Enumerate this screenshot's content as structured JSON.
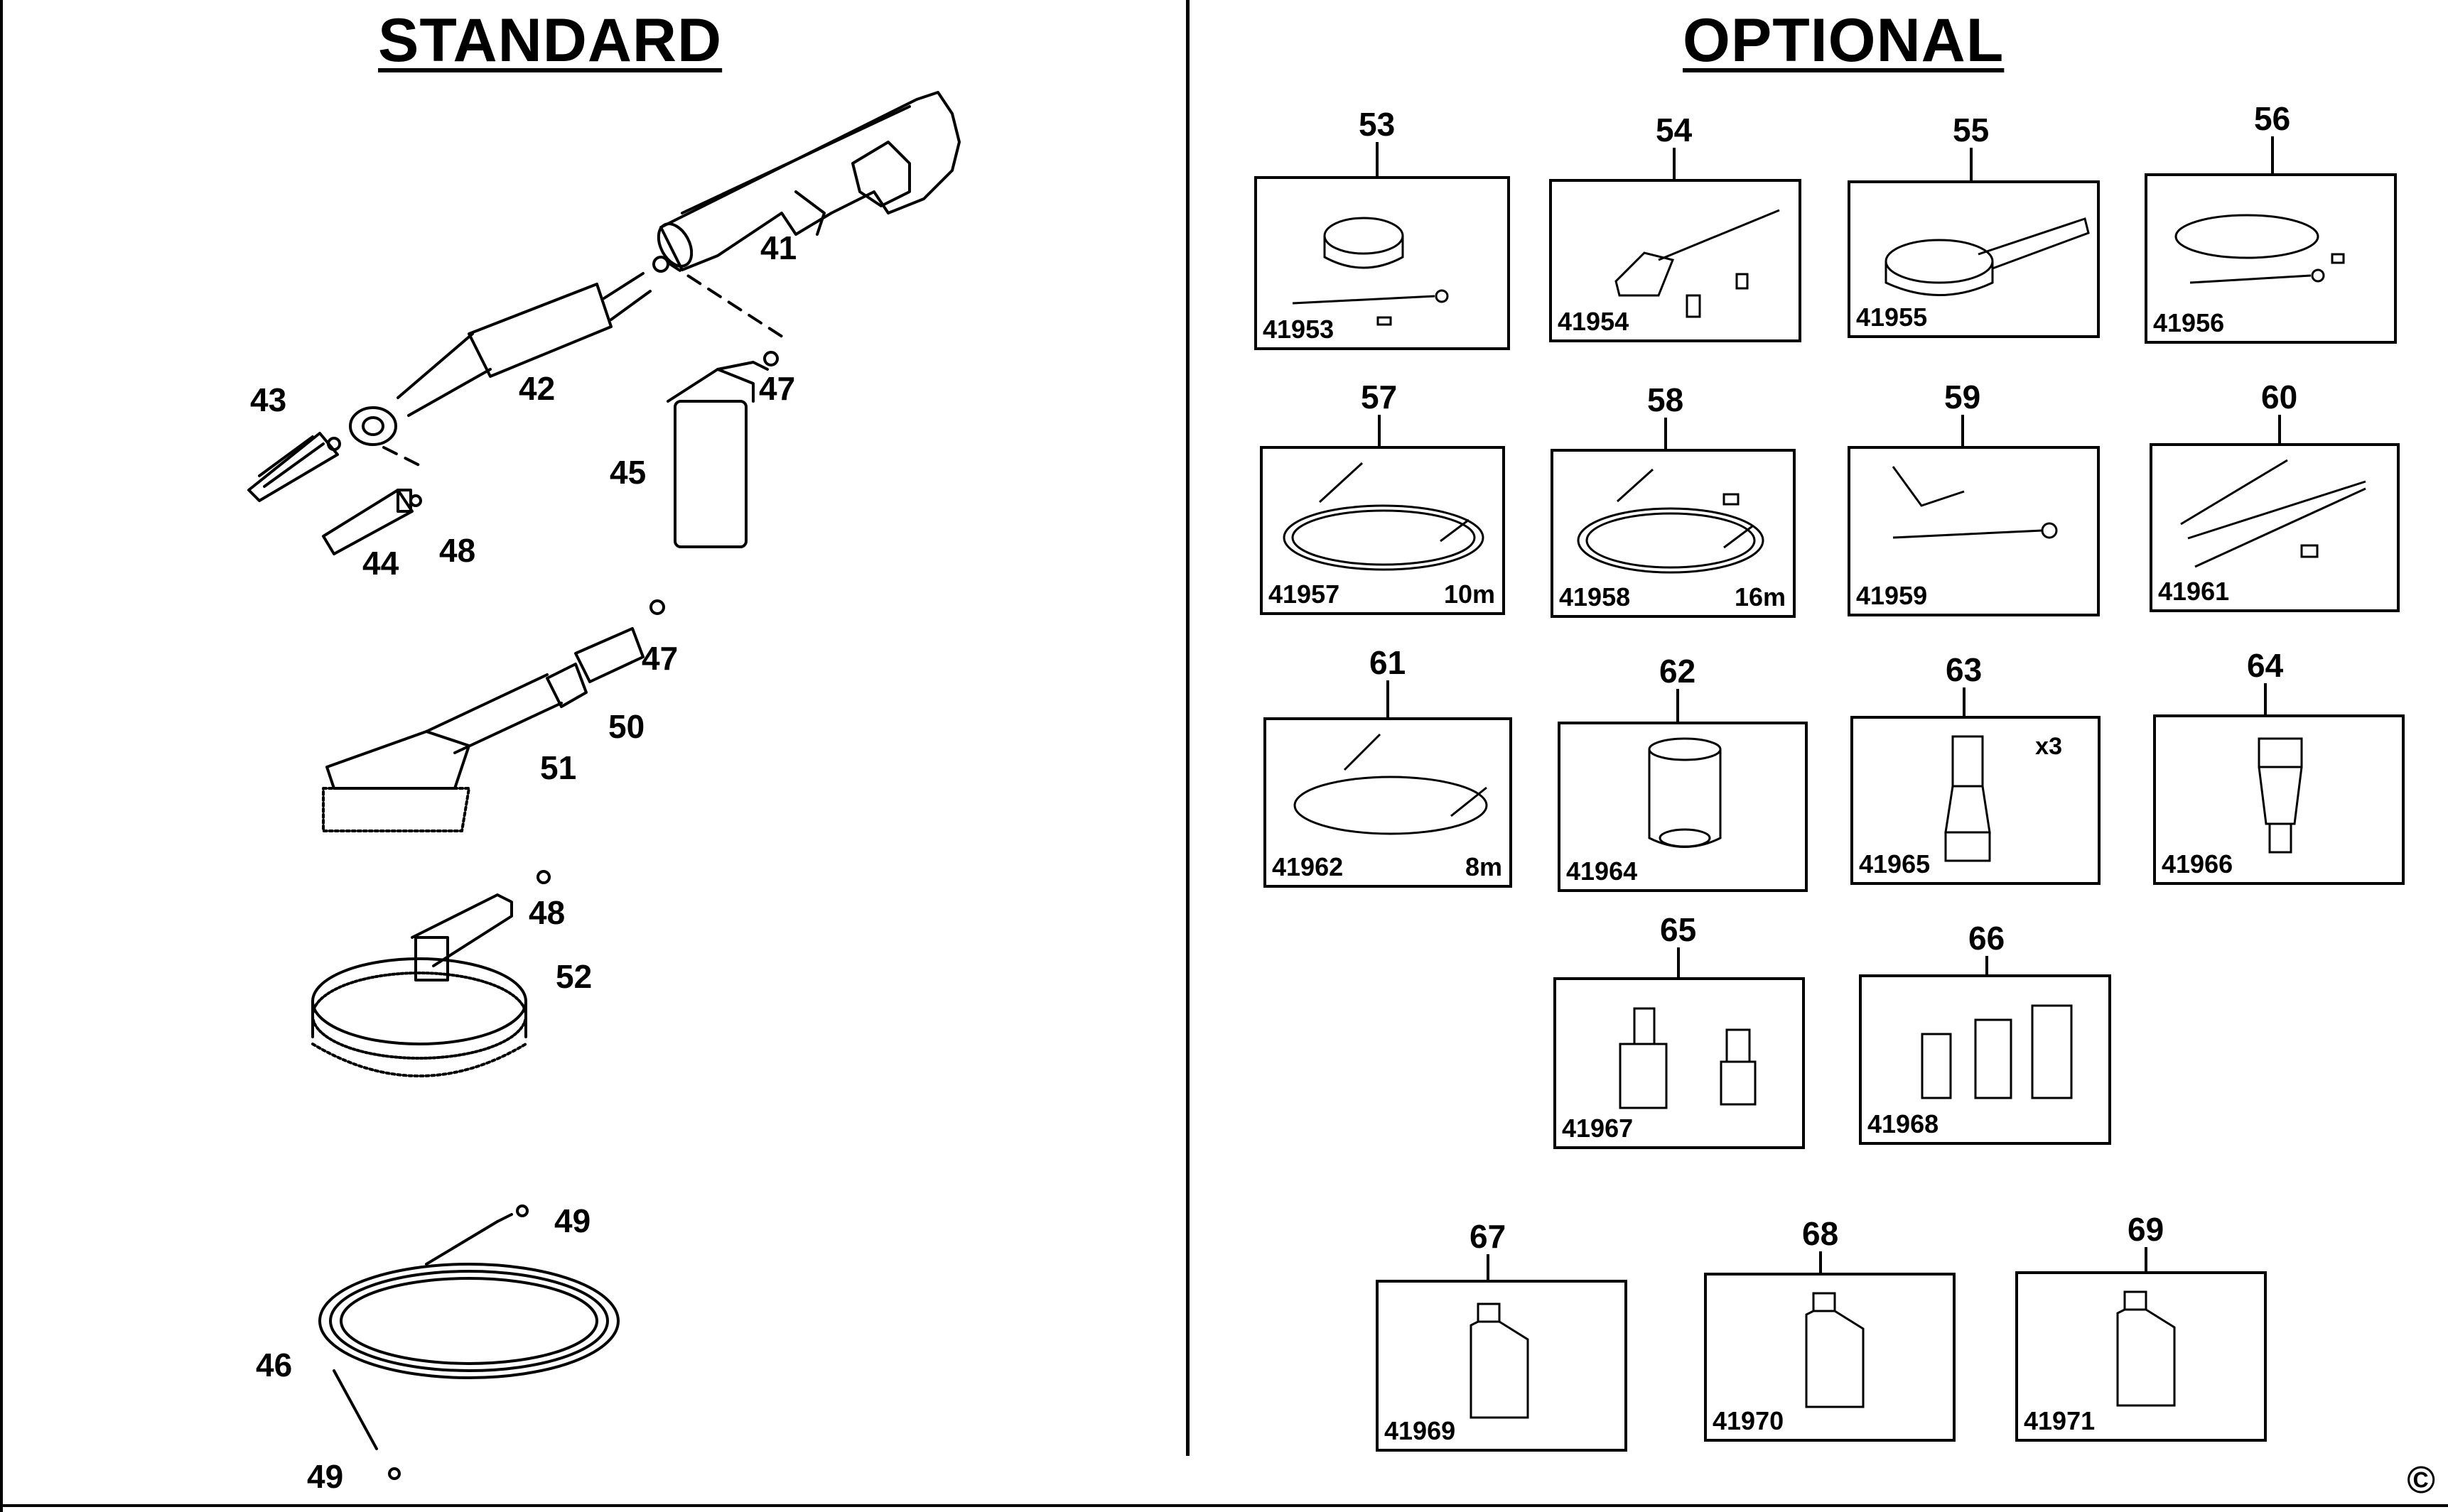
{
  "headings": {
    "standard": "STANDARD",
    "optional": "OPTIONAL"
  },
  "copyright": "©",
  "standard_callouts": {
    "c41": "41",
    "c42": "42",
    "c43": "43",
    "c44": "44",
    "c45": "45",
    "c46": "46",
    "c47a": "47",
    "c47b": "47",
    "c48a": "48",
    "c48b": "48",
    "c49a": "49",
    "c49b": "49",
    "c50": "50",
    "c51": "51",
    "c52": "52"
  },
  "optional_items": [
    {
      "number": "53",
      "code": "41953",
      "extra": ""
    },
    {
      "number": "54",
      "code": "41954",
      "extra": ""
    },
    {
      "number": "55",
      "code": "41955",
      "extra": ""
    },
    {
      "number": "56",
      "code": "41956",
      "extra": ""
    },
    {
      "number": "57",
      "code": "41957",
      "extra": "10m"
    },
    {
      "number": "58",
      "code": "41958",
      "extra": "16m"
    },
    {
      "number": "59",
      "code": "41959",
      "extra": ""
    },
    {
      "number": "60",
      "code": "41961",
      "extra": ""
    },
    {
      "number": "61",
      "code": "41962",
      "extra": "8m"
    },
    {
      "number": "62",
      "code": "41964",
      "extra": ""
    },
    {
      "number": "63",
      "code": "41965",
      "extra": "x3"
    },
    {
      "number": "64",
      "code": "41966",
      "extra": ""
    },
    {
      "number": "65",
      "code": "41967",
      "extra": ""
    },
    {
      "number": "66",
      "code": "41968",
      "extra": ""
    },
    {
      "number": "67",
      "code": "41969",
      "extra": ""
    },
    {
      "number": "68",
      "code": "41970",
      "extra": ""
    },
    {
      "number": "69",
      "code": "41971",
      "extra": ""
    }
  ]
}
